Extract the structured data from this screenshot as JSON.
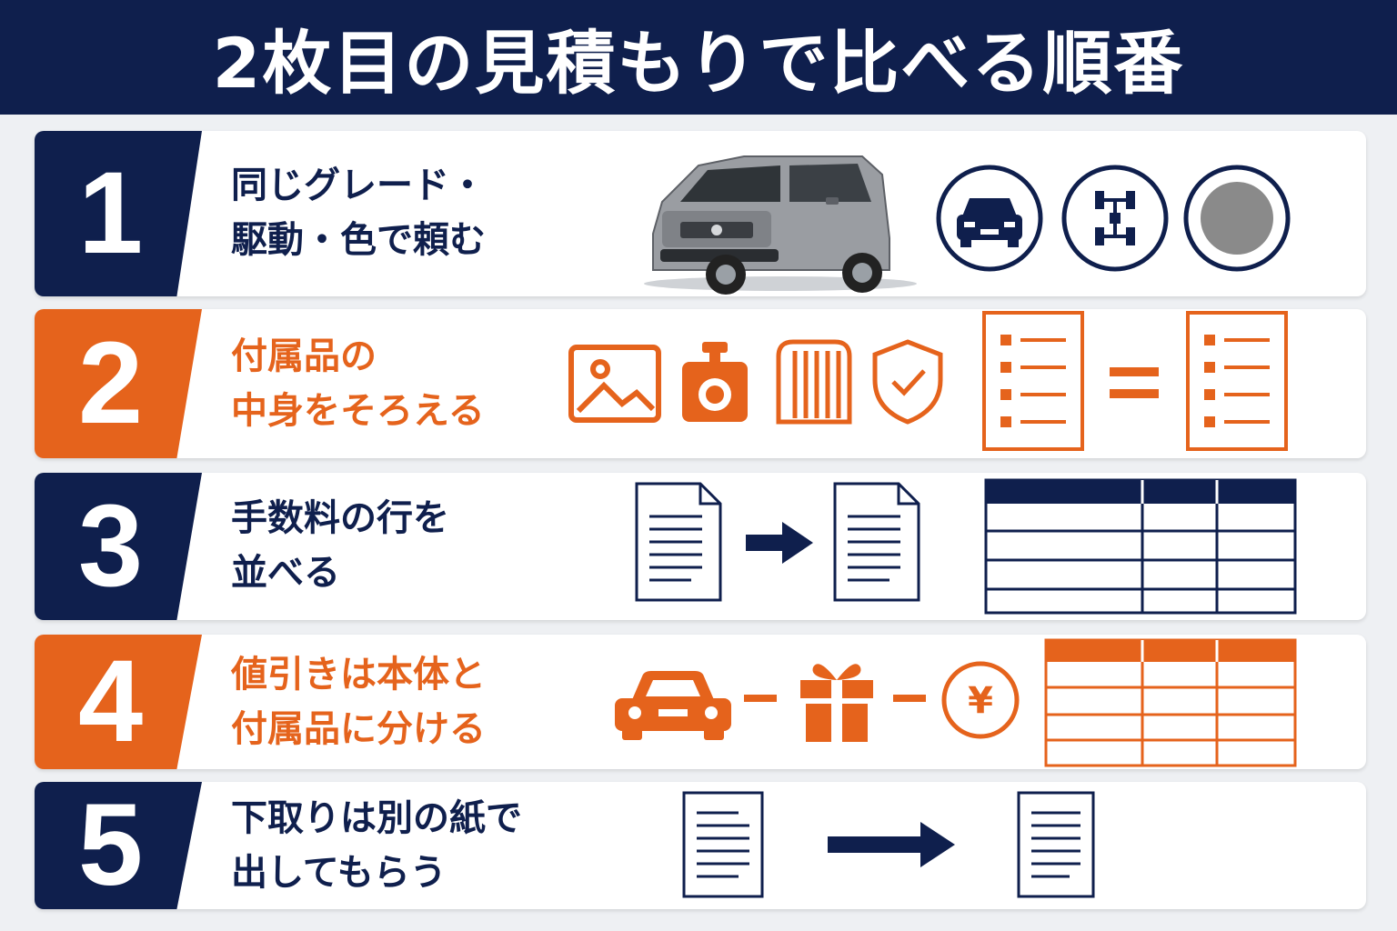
{
  "title": "2枚目の見積もりで比べる順番",
  "steps": [
    {
      "number": "1",
      "label": "同じグレード・\n駆動・色で頼む"
    },
    {
      "number": "2",
      "label": "付属品の\n中身をそろえる"
    },
    {
      "number": "3",
      "label": "手数料の行を\n並べる"
    },
    {
      "number": "4",
      "label": "値引きは本体と\n付属品に分ける"
    },
    {
      "number": "5",
      "label": "下取りは別の紙で\n出してもらう"
    }
  ],
  "icons": {
    "step1": [
      "car-photo",
      "car-front-icon",
      "drivetrain-icon",
      "color-swatch-icon"
    ],
    "step2": [
      "navigation-screen-icon",
      "dashcam-icon",
      "floor-mat-icon",
      "shield-check-icon",
      "checklist-icon",
      "equals-icon",
      "checklist-icon"
    ],
    "step3": [
      "document-icon",
      "arrow-right-icon",
      "document-icon",
      "fee-table-icon"
    ],
    "step4": [
      "car-icon",
      "minus-icon",
      "gift-icon",
      "minus-icon",
      "yen-coin-icon",
      "discount-table-icon"
    ],
    "step5": [
      "document-icon",
      "arrow-right-icon",
      "document-icon"
    ]
  },
  "yen_symbol": "¥",
  "colors": {
    "navy": "#0f1f4d",
    "orange": "#e5631c",
    "swatch_gray": "#8a8a8a"
  }
}
